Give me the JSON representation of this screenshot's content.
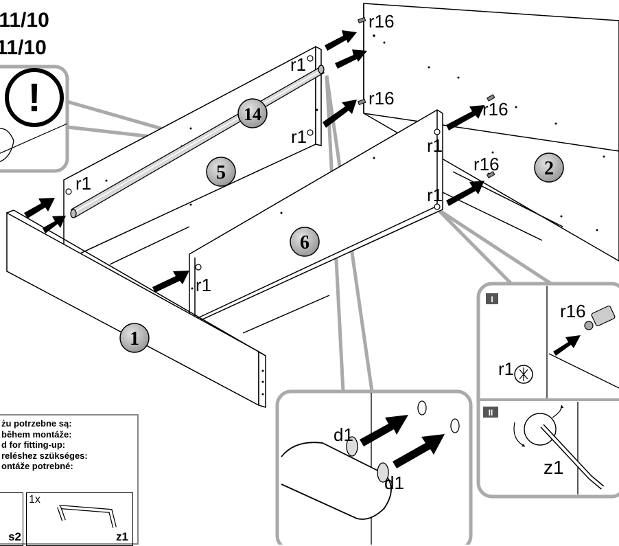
{
  "header": {
    "line1": "/11/10",
    "line2": "/11/10"
  },
  "parts": {
    "p1": "1",
    "p2": "2",
    "p5": "5",
    "p6": "6",
    "p14": "14"
  },
  "labels": {
    "r1": "r1",
    "r16": "r16",
    "d1": "d1",
    "z1": "z1"
  },
  "details": {
    "step1": "I",
    "step2": "II"
  },
  "warning_symbol": "!",
  "tools": {
    "lines": [
      "żu potrzebne są:",
      " během montáže:",
      "d for fitting-up:",
      "reléshez szükséges:",
      "ontáže potrebné:"
    ],
    "qty": "1x",
    "item_a": "s2",
    "item_b": "z1"
  },
  "colors": {
    "panel_stroke": "#000000",
    "callout_gray": "#aaaaaa",
    "badge_fill": "#c8c8c8",
    "detail_box": "#555555"
  }
}
